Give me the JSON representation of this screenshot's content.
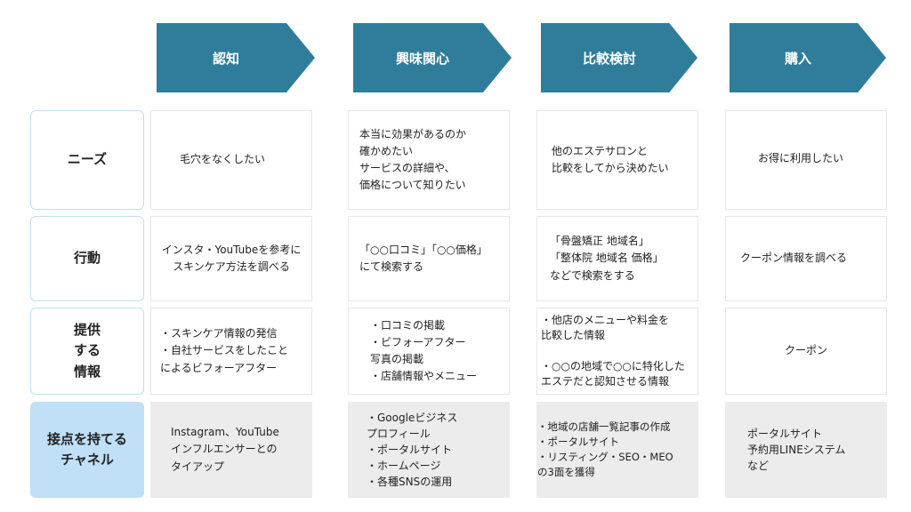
{
  "stages": [
    "認知",
    "興味関心",
    "比較検討",
    "購入"
  ],
  "rows": [
    {
      "label": "ニーズ",
      "cells": [
        "毛穴をなくしたい",
        "本当に効果があるのか\n確かめたい\nサービスの詳細や、\n価格について知りたい",
        "他のエステサロンと\n比較をしてから決めたい",
        "お得に利用したい"
      ]
    },
    {
      "label": "行動",
      "cells": [
        "インスタ・YouTubeを参考に\nスキンケア方法を調べる",
        "「○○口コミ」「○○価格」\nにて検索する",
        "「骨盤矯正 地域名」\n「整体院 地域名 価格」\nなどで検索をする",
        "クーポン情報を調べる"
      ]
    },
    {
      "label": "提供\nする\n情報",
      "cells": [
        "・スキンケア情報の発信\n・自社サービスをしたこと\nによるビフォーアフター",
        "・口コミの掲載\n・ビフォーアフター\n写真の掲載\n・店舗情報やメニュー",
        "・他店のメニューや料金を\n比較した情報\n\n・○○の地域で○○に特化した\nエステだと認知させる情報",
        "クーポン"
      ]
    },
    {
      "label": "接点を持てる\nチャネル",
      "cells": [
        "Instagram、YouTube\nインフルエンサーとの\nタイアップ",
        "・Googleビジネス\nプロフィール\n・ポータルサイト\n・ホームページ\n・各種SNSの運用",
        "・地域の店舗一覧記事の作成\n・ポータルサイト\n・リスティング・SEO・MEO\nの3面を獲得",
        "ポータルサイト\n予約用LINEシステム\nなど"
      ]
    }
  ]
}
